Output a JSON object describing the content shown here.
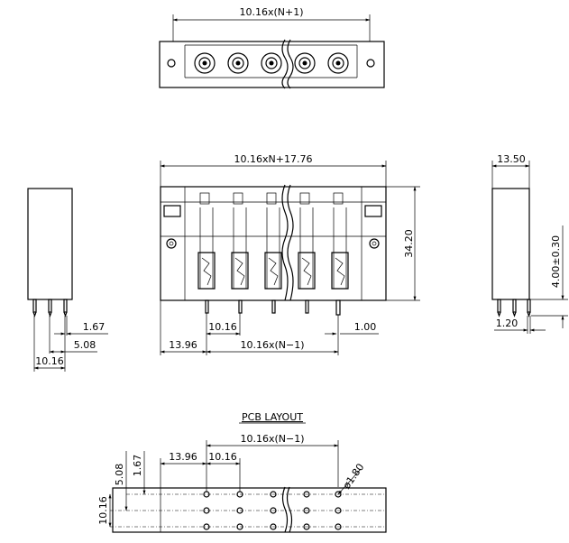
{
  "top_view": {
    "dim_width": "10.16x(N+1)"
  },
  "front_view": {
    "dim_overall": "10.16xN+17.76",
    "dim_height": "34.20",
    "dim_pin_width": "1.00",
    "dim_offset": "13.96",
    "dim_pitch": "10.16",
    "dim_span": "10.16x(N−1)"
  },
  "left_view": {
    "dim_a": "1.67",
    "dim_b": "5.08",
    "dim_c": "10.16"
  },
  "right_view": {
    "dim_depth": "13.50",
    "dim_pin_len": "4.00±0.30",
    "dim_pin": "1.20"
  },
  "pcb_layout": {
    "title": "PCB LAYOUT",
    "dim_span": "10.16x(N−1)",
    "dim_offset": "13.96",
    "dim_pitch": "10.16",
    "dim_v1": "5.08",
    "dim_v2": "1.67",
    "dim_v3": "10.16",
    "dim_hole": "ø1.80"
  }
}
